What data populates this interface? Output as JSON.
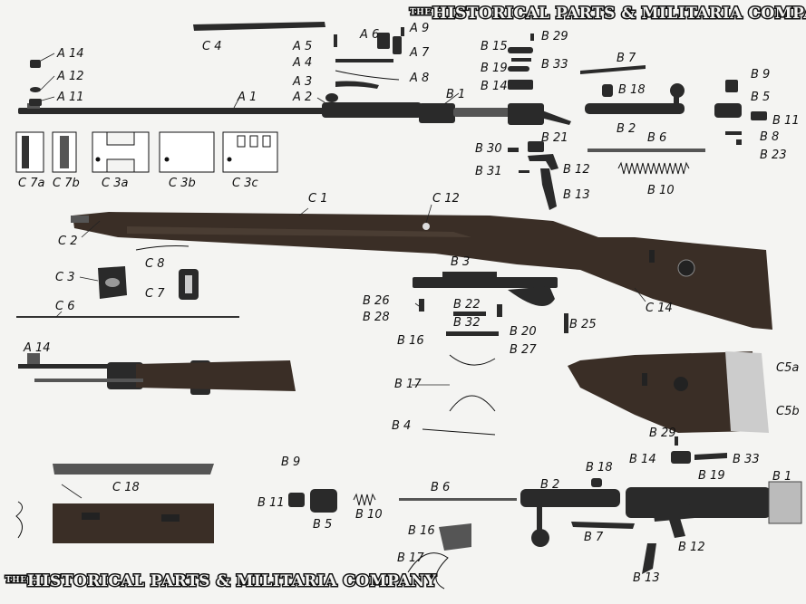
{
  "watermark": {
    "prefix": "THE",
    "name": "HISTORICAL PARTS & MILITARIA COMPANY"
  },
  "labels": {
    "A14": "A 14",
    "A12": "A 12",
    "A11": "A 11",
    "A1": "A 1",
    "A2": "A 2",
    "A3": "A 3",
    "A4": "A 4",
    "A5": "A 5",
    "A6": "A 6",
    "A7": "A 7",
    "A8": "A 8",
    "A9": "A 9",
    "A14b": "A 14",
    "C4": "C 4",
    "C1": "C 1",
    "C12": "C 12",
    "C2": "C 2",
    "C3": "C 3",
    "C6": "C 6",
    "C7": "C 7",
    "C8": "C 8",
    "C14": "C 14",
    "C5a": "C5a",
    "C5b": "C5b",
    "C18": "C 18",
    "C7a": "C 7a",
    "C7b": "C 7b",
    "C3a": "C 3a",
    "C3b": "C 3b",
    "C3c": "C 3c",
    "B1": "B 1",
    "B15": "B 15",
    "B29": "B 29",
    "B19": "B 19",
    "B33": "B 33",
    "B14": "B 14",
    "B7": "B 7",
    "B18": "B 18",
    "B2": "B 2",
    "B9": "B 9",
    "B5": "B 5",
    "B11": "B 11",
    "B8": "B 8",
    "B23": "B 23",
    "B6": "B 6",
    "B10": "B 10",
    "B30": "B 30",
    "B21": "B 21",
    "B12": "B 12",
    "B31": "B 31",
    "B13": "B 13",
    "B3": "B 3",
    "B26": "B 26",
    "B28": "B 28",
    "B22": "B 22",
    "B32": "B 32",
    "B20": "B 20",
    "B25": "B 25",
    "B16": "B 16",
    "B27": "B 27",
    "B17": "B 17",
    "B4": "B 4",
    "bB9": "B 9",
    "bB11": "B 11",
    "bB5": "B 5",
    "bB10": "B 10",
    "bB6": "B 6",
    "bB2": "B 2",
    "bB18": "B 18",
    "bB29": "B 29",
    "bB14": "B 14",
    "bB33": "B 33",
    "bB19": "B 19",
    "bB1": "B 1",
    "bB16": "B 16",
    "bB7": "B 7",
    "bB12": "B 12",
    "bB17": "B 17",
    "bB13": "B 13"
  }
}
